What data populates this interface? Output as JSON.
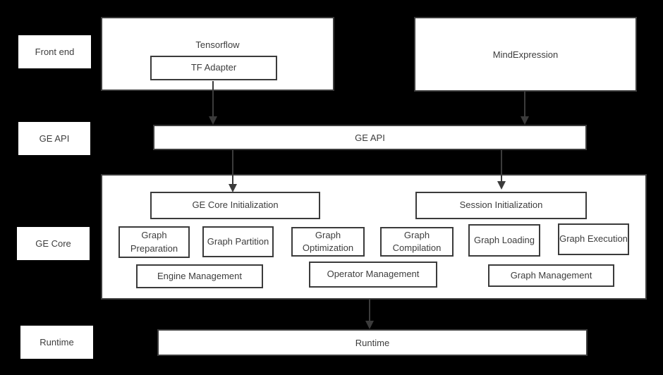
{
  "colors": {
    "background": "#000000",
    "box_fill": "#ffffff",
    "border": "#3b3b3b",
    "text": "#3d3d3d",
    "arrow": "#3b3b3b"
  },
  "lanes": [
    {
      "label": "Front end"
    },
    {
      "label": "GE API"
    },
    {
      "label": "GE Core"
    },
    {
      "label": "Runtime"
    }
  ],
  "frontend": {
    "tensorflow": {
      "label": "Tensorflow",
      "adapter_label": "TF Adapter"
    },
    "mindexpression": {
      "label": "MindExpression"
    }
  },
  "ge_api": {
    "label": "GE API"
  },
  "ge_core": {
    "init_boxes": [
      {
        "label": "GE Core Initialization"
      },
      {
        "label": "Session Initialization"
      }
    ],
    "stage_boxes": [
      {
        "label": "Graph Preparation"
      },
      {
        "label": "Graph Partition"
      },
      {
        "label": "Graph Optimization"
      },
      {
        "label": "Graph Compilation"
      },
      {
        "label": "Graph Loading"
      },
      {
        "label": "Graph Execution"
      }
    ],
    "management_boxes": [
      {
        "label": "Engine Management"
      },
      {
        "label": "Operator Management"
      },
      {
        "label": "Graph Management"
      }
    ]
  },
  "runtime": {
    "label": "Runtime"
  }
}
